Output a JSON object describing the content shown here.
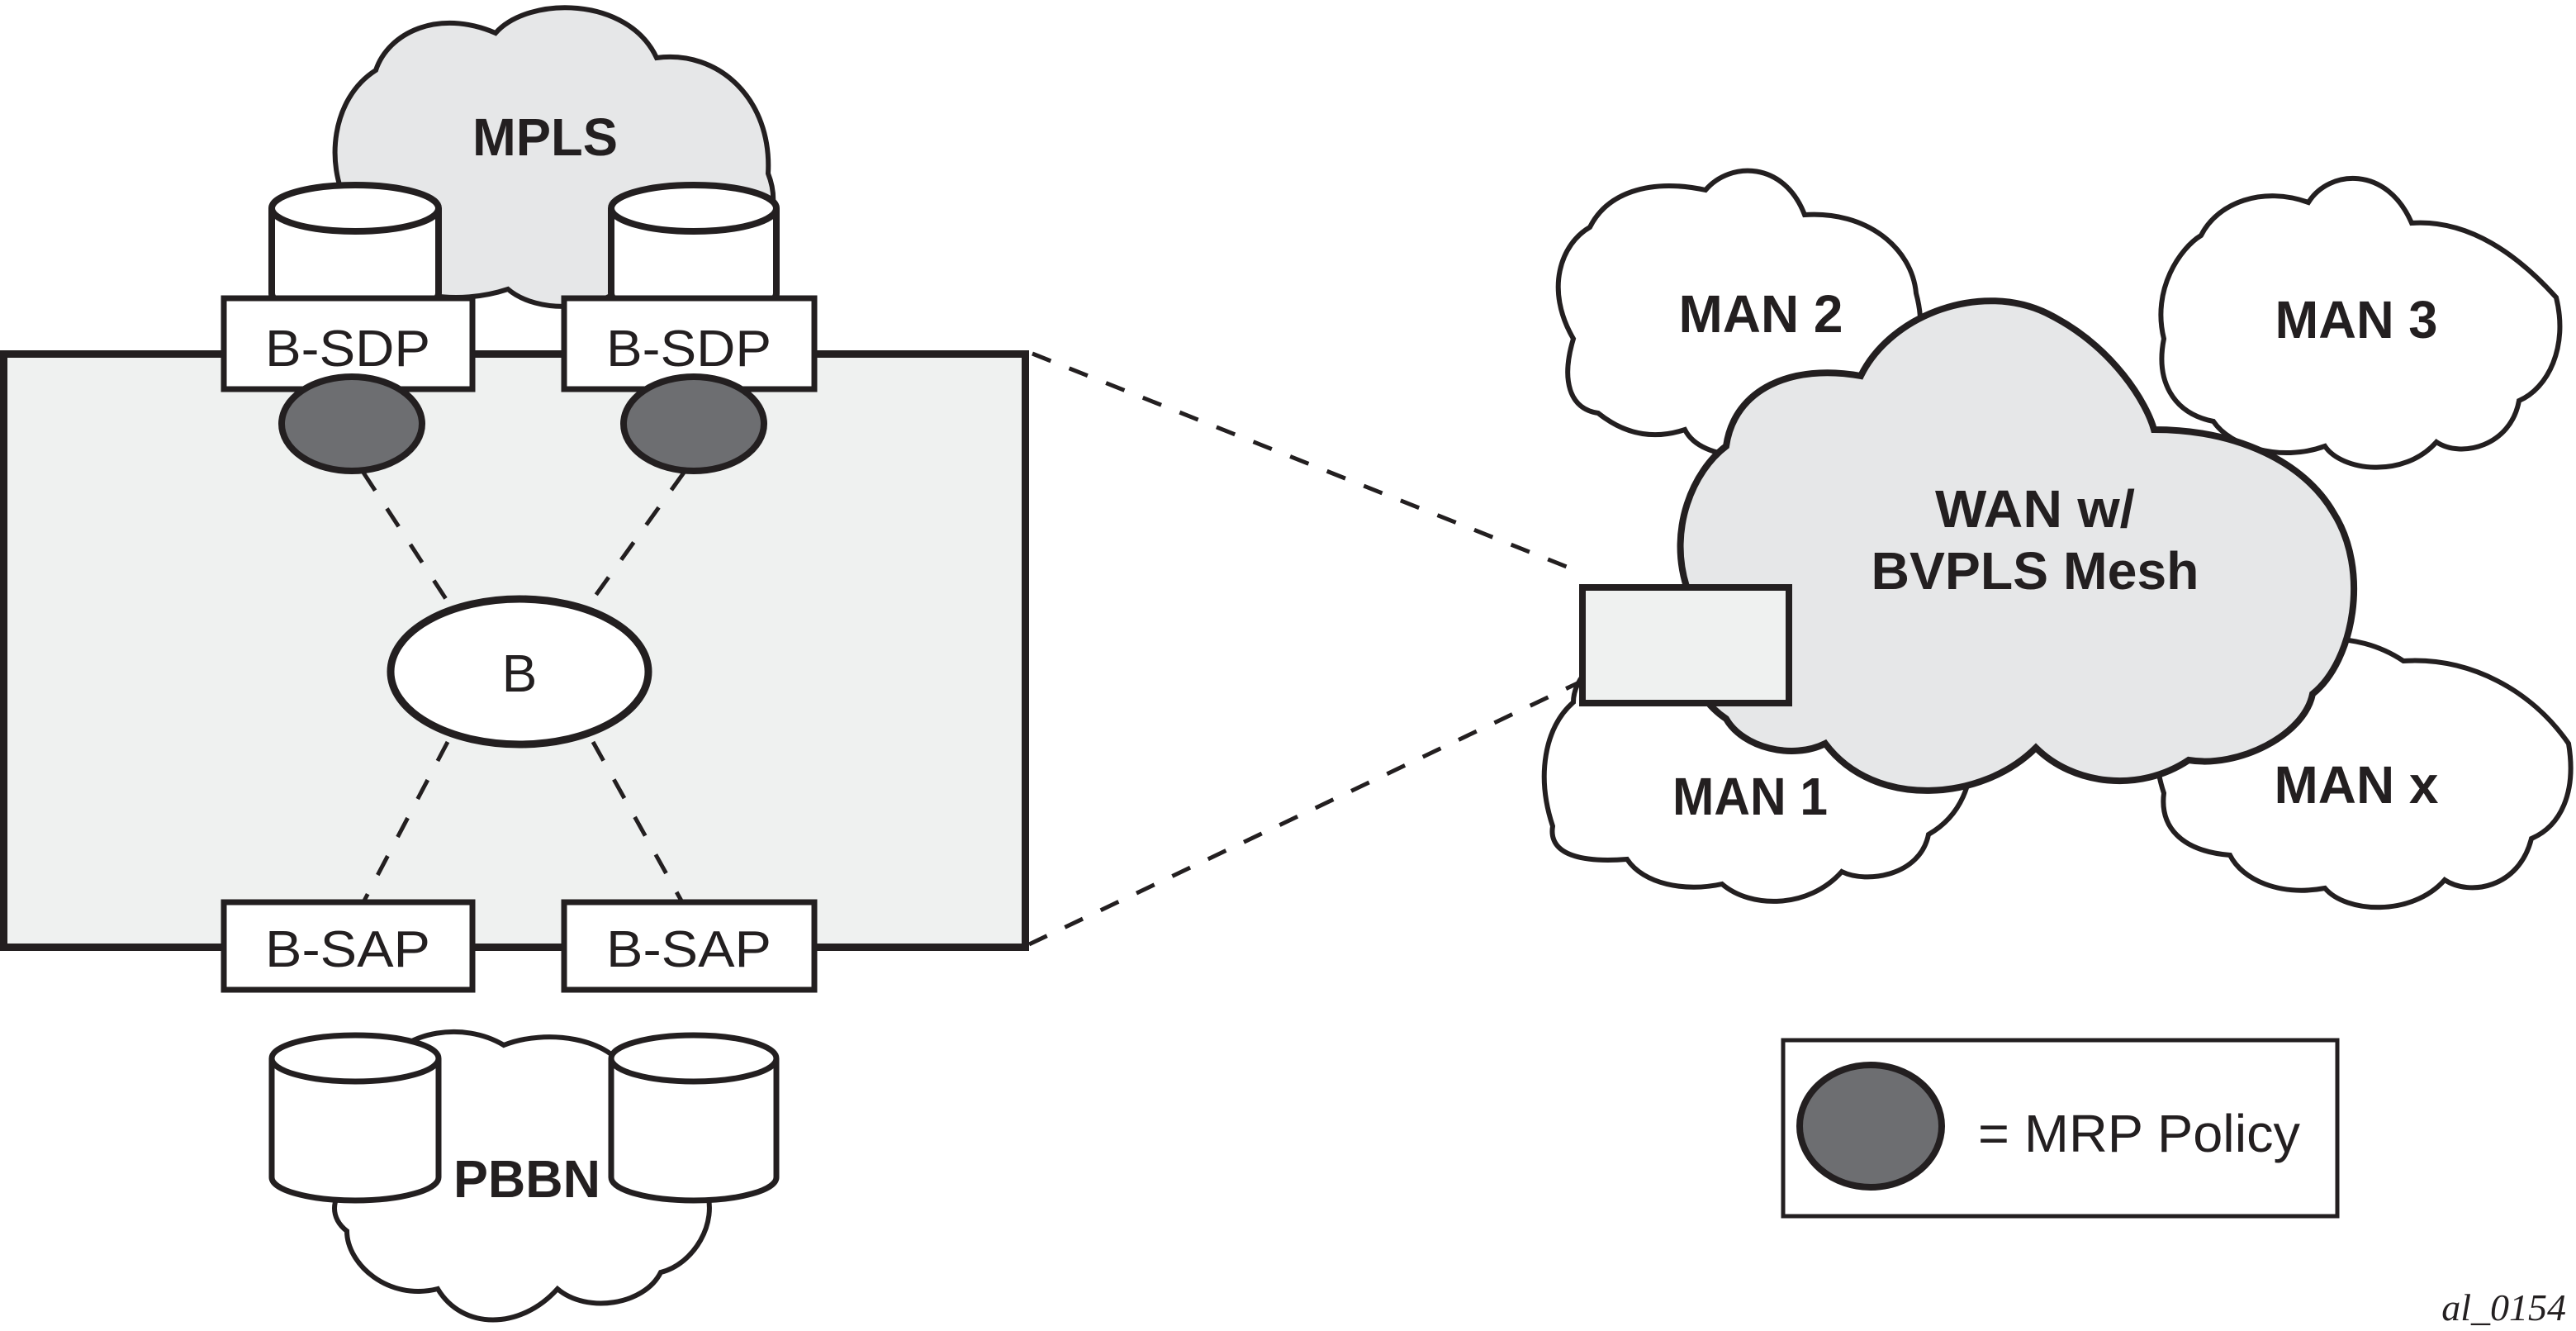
{
  "diagram": {
    "type": "network-diagram",
    "clouds": {
      "mpls": {
        "label": "MPLS"
      },
      "pbbn": {
        "label": "PBBN"
      },
      "wan": {
        "label_line1": "WAN w/",
        "label_line2": "BVPLS Mesh"
      },
      "man1": {
        "label": "MAN 1"
      },
      "man2": {
        "label": "MAN 2"
      },
      "man3": {
        "label": "MAN 3"
      },
      "manx": {
        "label": "MAN x"
      }
    },
    "node": {
      "bvpls": {
        "label": "B"
      },
      "sdp_left": {
        "label": "B-SDP"
      },
      "sdp_right": {
        "label": "B-SDP"
      },
      "sap_left": {
        "label": "B-SAP"
      },
      "sap_right": {
        "label": "B-SAP"
      }
    },
    "legend": {
      "symbol": "dark-gray-ellipse",
      "text": "= MRP Policy"
    },
    "figure_id": "al_0154",
    "colors": {
      "stroke": "#231f20",
      "node_box_fill": "#eff1f0",
      "cloud_shaded_fill": "#e6e7e8",
      "mrp_policy_fill": "#6d6e71",
      "white": "#ffffff"
    }
  }
}
